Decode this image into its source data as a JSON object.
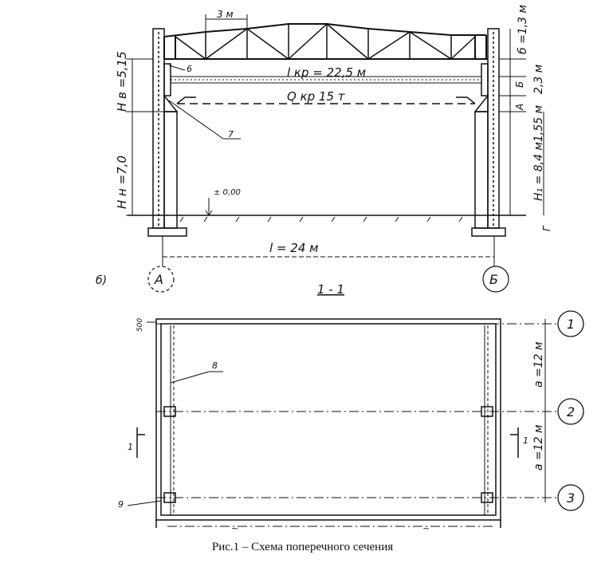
{
  "section": {
    "top_chord_panel": "3 м",
    "crane_span": "l кр = 22,5 м",
    "crane_capacity": "Q кр 15 т",
    "upper_column_height": "H в =5,15",
    "lower_column_height": "H н =7,0",
    "floor_level": "± 0,00",
    "span": "l = 24 м",
    "dim_b": "б =1,3 м",
    "dim_B": "Б",
    "dim_A": "A",
    "dim_23": "2,3 м",
    "dim_155": "1,55 м",
    "dim_H1": "H₁ = 8,4 м",
    "dim_G": "Г",
    "leader_6": "6",
    "leader_7": "7",
    "axis_left": "A",
    "axis_right": "Б",
    "section_title": "1 - 1"
  },
  "plan": {
    "panel_label": "б)",
    "wall_thickness": "500",
    "leader_8": "8",
    "leader_9": "9",
    "section_mark_left": "1",
    "section_mark_right": "1",
    "spacing_1": "a =12 м",
    "spacing_2": "a =12 м",
    "axis_1": "1",
    "axis_2": "2",
    "axis_3": "3"
  },
  "caption": "Рис.1 – Схема поперечного сечения"
}
